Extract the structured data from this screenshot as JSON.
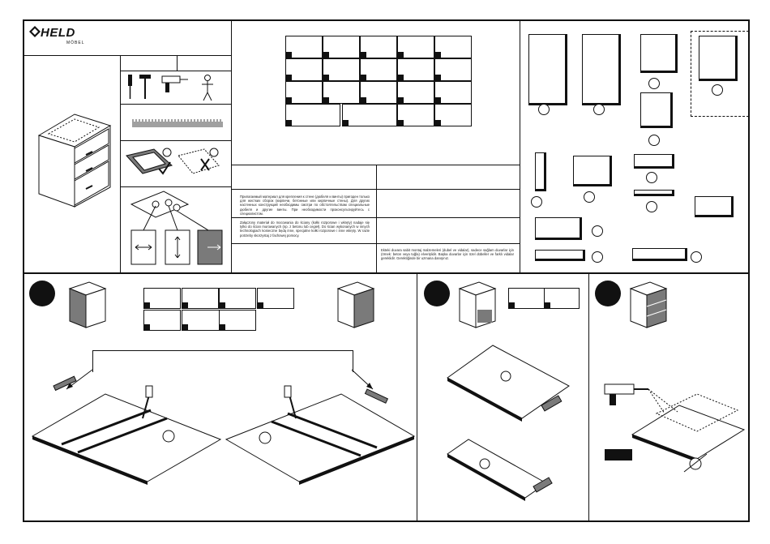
{
  "brand": {
    "name": "HELD",
    "sub": "MÖBEL"
  },
  "notes": {
    "ru": "Прилагаемый материал для крепления к стене (дюбеля и винты) пригоден только для жестких сборок (кирпичи, бетонные или кирпичные стены). Для других настенных конструкций необходимы смотри по обстоятельствам специальные дюбеля и другие винты. При необходимости проконсультируйтесь с специалистом.",
    "pl": "Załączony materiał do mocowania do ściany (kołki rozporowe i wkręty) nadaje się tylko do ścian murowanych (np. z betonu lub cegieł). Do ścian wykonanych w innych technologiach konieczne będą inne, specjalne kołki rozporowe i inne wkręty. W razie potrzeby skorzystaj z fachowej pomocy.",
    "tr": "Ekteki duvara sabit montaj malzemeleri (dubel ve vidalar), sadece sağlam duvarlar için (örnek: beton veya tuğla) elverişlidir. Başka duvarlar için özel dübeller ve farklı vidalar gereklidir. Gerektiğinde bir uzmana danışınız."
  },
  "colors": {
    "ink": "#111111",
    "paper": "#ffffff",
    "grey": "#7a7a7a"
  }
}
